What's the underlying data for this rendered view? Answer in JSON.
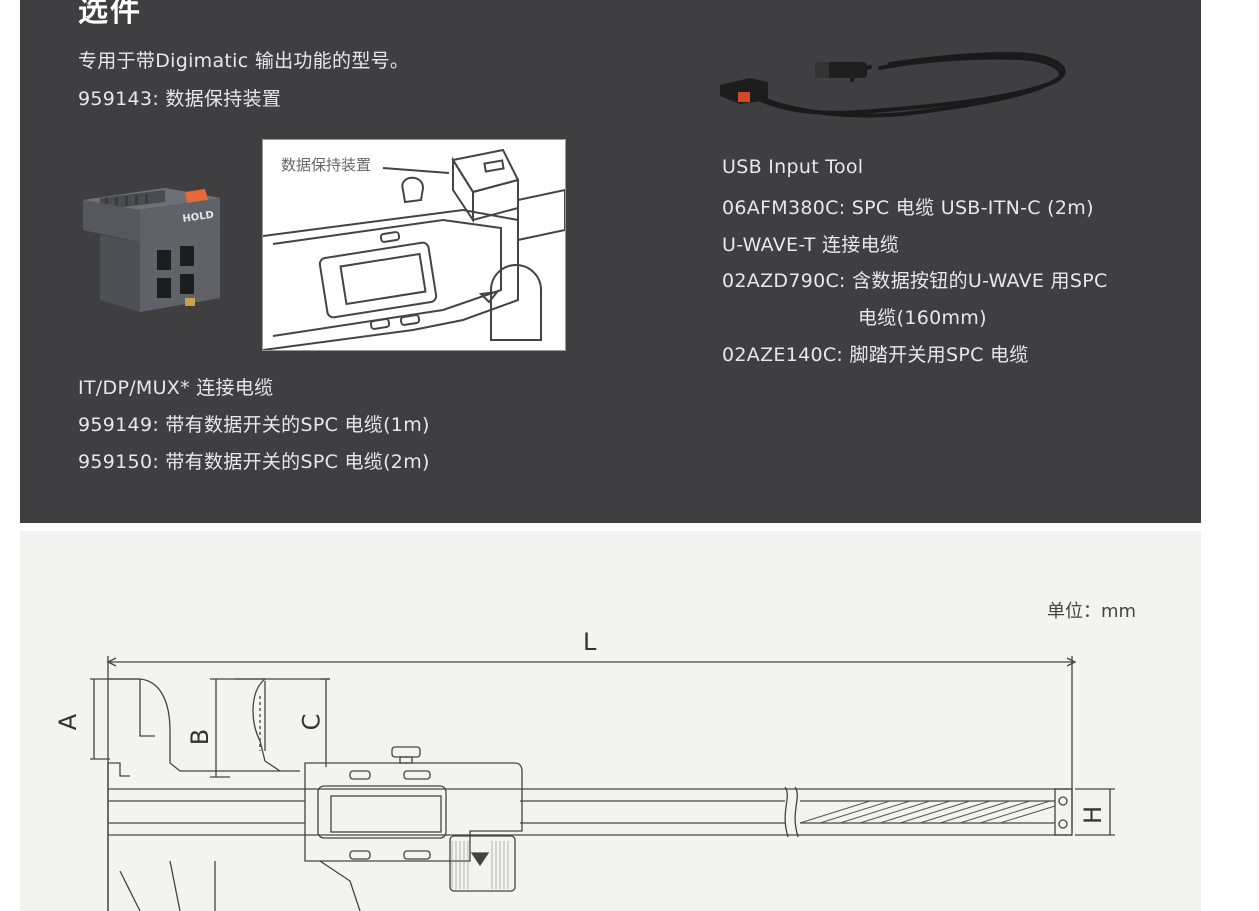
{
  "dark_section": {
    "title": "选件",
    "intro": "专用于带Digimatic 输出功能的型号。",
    "data_hold": "959143: 数据保持装置",
    "hold_device_label": "HOLD",
    "illustration_callout": "数据保持装置",
    "left_cables": {
      "heading": "IT/DP/MUX* 连接电缆",
      "items": [
        "959149: 带有数据开关的SPC 电缆(1m)",
        "959150: 带有数据开关的SPC 电缆(2m)"
      ]
    },
    "right_cables": {
      "heading": "USB Input Tool",
      "line1": "06AFM380C: SPC 电缆 USB-ITN-C (2m)",
      "line2": "U-WAVE-T 连接电缆",
      "line3": "02AZD790C: 含数据按钮的U-WAVE 用SPC",
      "line3_cont": "电缆(160mm)",
      "line4": "02AZE140C: 脚踏开关用SPC 电缆"
    }
  },
  "light_section": {
    "unit": "单位：mm",
    "dimensions": {
      "L": "L",
      "A": "A",
      "B": "B",
      "C": "C",
      "H": "H"
    }
  }
}
